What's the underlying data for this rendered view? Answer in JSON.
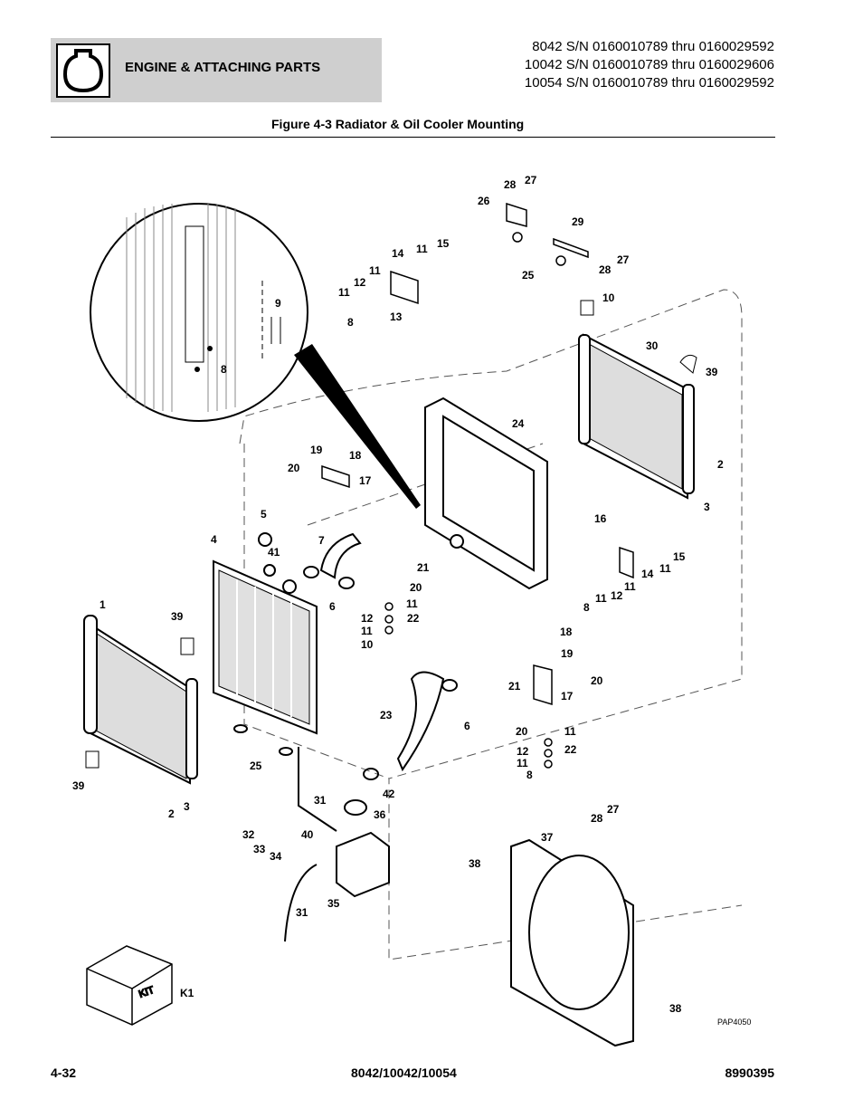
{
  "header": {
    "section_title": "ENGINE & ATTACHING PARTS",
    "icon": "engine-icon",
    "serial_lines": [
      "8042 S/N 0160010789 thru 0160029592",
      "10042 S/N 0160010789 thru 0160029606",
      "10054 S/N 0160010789 thru 0160029592"
    ]
  },
  "figure": {
    "title": "Figure 4-3 Radiator & Oil Cooler Mounting",
    "drawing_code": "PAP4050",
    "kit_label": "KIT",
    "callouts": [
      "1",
      "2",
      "3",
      "4",
      "5",
      "6",
      "7",
      "8",
      "9",
      "10",
      "11",
      "12",
      "13",
      "14",
      "15",
      "16",
      "17",
      "18",
      "19",
      "20",
      "21",
      "22",
      "23",
      "24",
      "25",
      "26",
      "27",
      "28",
      "29",
      "30",
      "31",
      "32",
      "33",
      "34",
      "35",
      "36",
      "37",
      "38",
      "39",
      "40",
      "41",
      "42",
      "K1"
    ]
  },
  "footer": {
    "page_number": "4-32",
    "models": "8042/10042/10054",
    "part_number": "8990395"
  }
}
